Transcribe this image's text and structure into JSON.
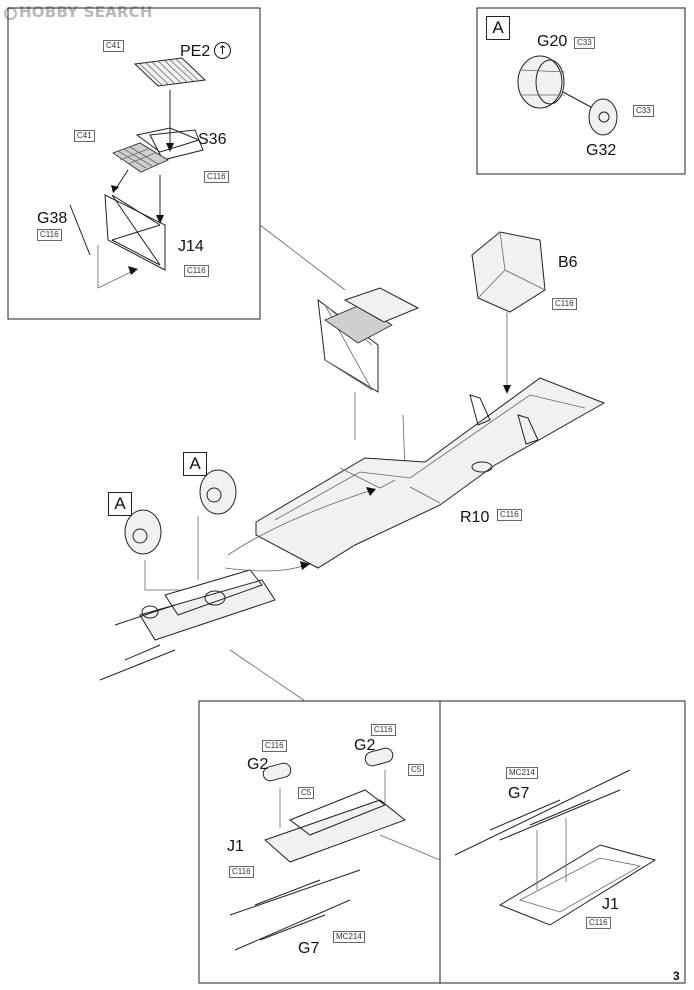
{
  "watermark": {
    "brand": "HOBBY",
    "word": "SEARCH"
  },
  "page_number": "3",
  "callout_letter": "A",
  "labels": {
    "pe2": "PE2",
    "s36": "S36",
    "g38": "G38",
    "j14": "J14",
    "g20": "G20",
    "g32": "G32",
    "b6": "B6",
    "r10": "R10",
    "g2": "G2",
    "j1": "J1",
    "g7": "G7"
  },
  "codes": {
    "c41": "C41",
    "c116": "C116",
    "c33": "C33",
    "c5": "C5",
    "mc214": "MC214"
  },
  "icons": {
    "rotate": "circled-up-arrow-icon"
  }
}
